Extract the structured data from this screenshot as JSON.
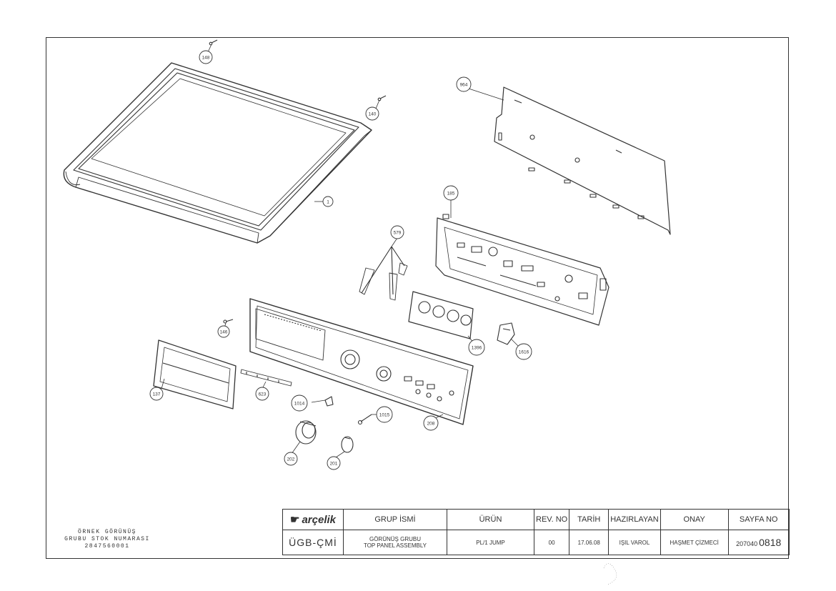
{
  "callouts": [
    {
      "id": "148",
      "label": "148"
    },
    {
      "id": "140",
      "label": "140"
    },
    {
      "id": "1",
      "label": "1"
    },
    {
      "id": "964",
      "label": "964"
    },
    {
      "id": "185",
      "label": "185"
    },
    {
      "id": "579",
      "label": "579"
    },
    {
      "id": "1396",
      "label": "1396"
    },
    {
      "id": "1616",
      "label": "1616"
    },
    {
      "id": "146",
      "label": "146"
    },
    {
      "id": "137",
      "label": "137"
    },
    {
      "id": "623",
      "label": "623"
    },
    {
      "id": "1014",
      "label": "1014"
    },
    {
      "id": "1015",
      "label": "1015"
    },
    {
      "id": "208",
      "label": "208"
    },
    {
      "id": "202",
      "label": "202"
    },
    {
      "id": "201",
      "label": "201"
    }
  ],
  "left_note": {
    "line1": "ÖRNEK GÖRÜNÜŞ",
    "line2": "GRUBU STOK NUMARASI",
    "line3": "2847560001"
  },
  "title_block": {
    "brand": "arçelik",
    "brand_mark": "☛",
    "headers": {
      "group": "GRUP İSMİ",
      "product": "ÜRÜN",
      "rev": "REV. NO",
      "date": "TARİH",
      "prepared": "HAZIRLAYAN",
      "approval": "ONAY",
      "page": "SAYFA NO"
    },
    "values": {
      "dept": "ÜGB-ÇMİ",
      "group_line1": "GÖRÜNÜŞ GRUBU",
      "group_line2": "TOP PANEL ASSEMBLY",
      "product": "PL/1 JUMP",
      "rev": "00",
      "date": "17.06.08",
      "prepared": "IŞIL VAROL",
      "approval": "HAŞMET ÇİZMECİ",
      "page_prefix": "207040",
      "page_number": "0818"
    }
  }
}
